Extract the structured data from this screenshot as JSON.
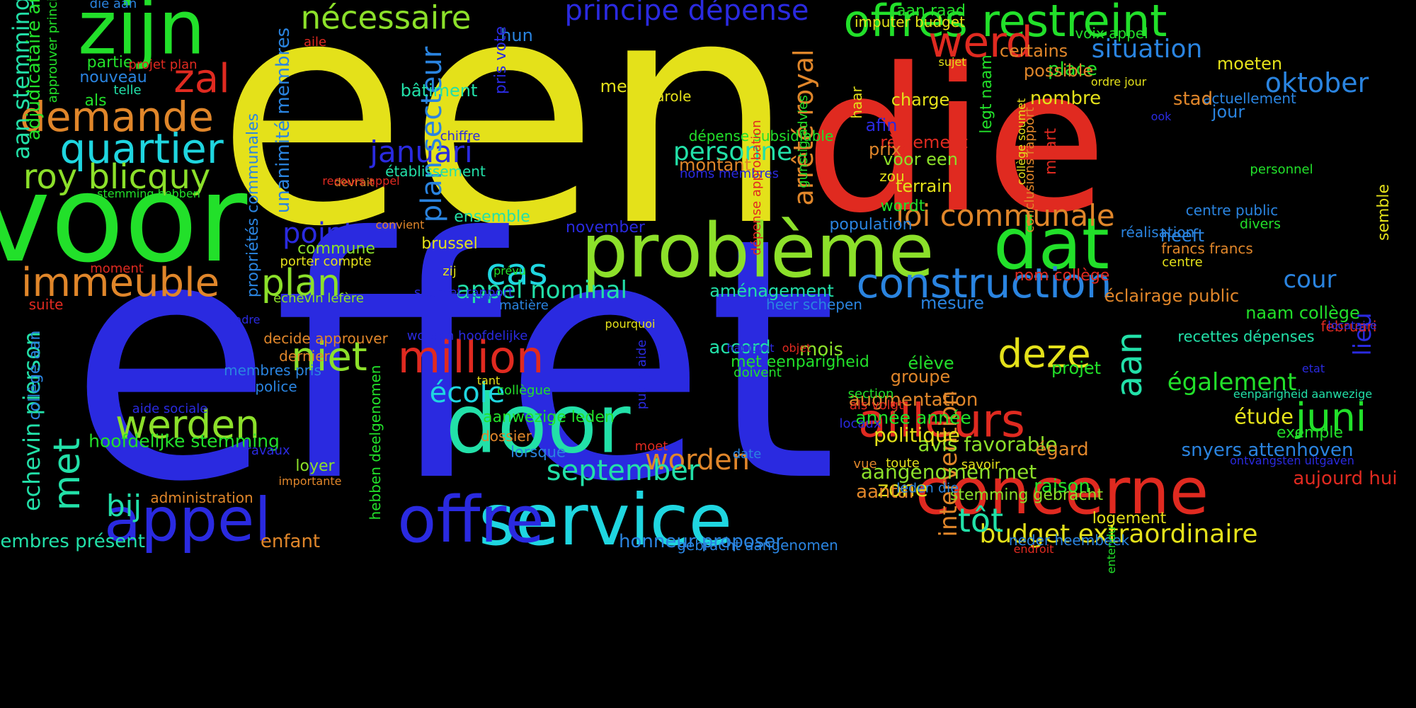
{
  "colors": {
    "background": "#000000",
    "blue": "#2a2ae0",
    "yellow": "#e4e11a",
    "red": "#e02a20",
    "green": "#22e02a",
    "lime": "#8ce02a",
    "cyan": "#1fd6e0",
    "orange": "#e0862a",
    "aqua": "#22e0a8",
    "sky": "#2a84e0"
  },
  "words": [
    {
      "text": "een",
      "color": "yellow"
    },
    {
      "text": "effet",
      "color": "blue"
    },
    {
      "text": "die",
      "color": "red"
    },
    {
      "text": "voor",
      "color": "green"
    },
    {
      "text": "zijn",
      "color": "green"
    },
    {
      "text": "problème",
      "color": "lime"
    },
    {
      "text": "dat",
      "color": "green"
    },
    {
      "text": "door",
      "color": "aqua"
    },
    {
      "text": "service",
      "color": "cyan"
    },
    {
      "text": "appel",
      "color": "blue"
    },
    {
      "text": "offre",
      "color": "blue"
    },
    {
      "text": "concerne",
      "color": "red"
    },
    {
      "text": "offres restreint",
      "color": "green"
    },
    {
      "text": "ailleurs",
      "color": "red"
    },
    {
      "text": "construction",
      "color": "sky"
    },
    {
      "text": "million",
      "color": "red"
    },
    {
      "text": "demande",
      "color": "orange"
    },
    {
      "text": "quartier",
      "color": "cyan"
    },
    {
      "text": "immeuble",
      "color": "orange"
    },
    {
      "text": "werd",
      "color": "red"
    },
    {
      "text": "roy blicquy",
      "color": "lime"
    },
    {
      "text": "nécessaire",
      "color": "lime"
    },
    {
      "text": "principe dépense",
      "color": "blue"
    },
    {
      "text": "zal",
      "color": "red"
    },
    {
      "text": "niet",
      "color": "lime"
    },
    {
      "text": "werden",
      "color": "lime"
    },
    {
      "text": "deze",
      "color": "yellow"
    },
    {
      "text": "juni",
      "color": "green"
    },
    {
      "text": "loi communale",
      "color": "orange"
    },
    {
      "text": "cas",
      "color": "cyan"
    },
    {
      "text": "plan",
      "color": "lime"
    },
    {
      "text": "point",
      "color": "blue"
    },
    {
      "text": "januari",
      "color": "blue"
    },
    {
      "text": "personne",
      "color": "aqua"
    },
    {
      "text": "situation",
      "color": "sky"
    },
    {
      "text": "oktober",
      "color": "sky"
    },
    {
      "text": "worden",
      "color": "orange"
    },
    {
      "text": "september",
      "color": "aqua"
    },
    {
      "text": "école",
      "color": "cyan"
    },
    {
      "text": "appel nominal",
      "color": "aqua"
    },
    {
      "text": "budget extraordinaire",
      "color": "yellow"
    },
    {
      "text": "tôt",
      "color": "aqua"
    },
    {
      "text": "cour",
      "color": "sky"
    },
    {
      "text": "également",
      "color": "green"
    },
    {
      "text": "aan",
      "color": "aqua"
    },
    {
      "text": "plan secteur",
      "color": "sky"
    },
    {
      "text": "arrêté royal",
      "color": "orange"
    },
    {
      "text": "intervention",
      "color": "orange"
    },
    {
      "text": "echevin pierson",
      "color": "aqua"
    },
    {
      "text": "met",
      "color": "aqua"
    },
    {
      "text": "bij",
      "color": "aqua"
    },
    {
      "text": "lieu",
      "color": "blue"
    },
    {
      "text": "aan stemming",
      "color": "aqua"
    },
    {
      "text": "unanimité membres",
      "color": "sky"
    },
    {
      "text": "hoofdelijke stemming",
      "color": "green"
    },
    {
      "text": "avis favorable",
      "color": "lime"
    },
    {
      "text": "aangenomen met",
      "color": "lime"
    },
    {
      "text": "zone",
      "color": "yellow"
    },
    {
      "text": "aantal",
      "color": "orange"
    },
    {
      "text": "honneur proposer",
      "color": "sky"
    },
    {
      "text": "membres présent",
      "color": "aqua"
    },
    {
      "text": "enfant",
      "color": "orange"
    },
    {
      "text": "administration",
      "color": "orange"
    },
    {
      "text": "aanwezige leden",
      "color": "green"
    },
    {
      "text": "dossier",
      "color": "orange"
    },
    {
      "text": "lorsque",
      "color": "sky"
    },
    {
      "text": "politique",
      "color": "yellow"
    },
    {
      "text": "augmentation",
      "color": "orange"
    },
    {
      "text": "année année",
      "color": "green"
    },
    {
      "text": "groupe",
      "color": "orange"
    },
    {
      "text": "accord",
      "color": "aqua"
    },
    {
      "text": "mois",
      "color": "lime"
    },
    {
      "text": "met eenparigheid",
      "color": "green"
    },
    {
      "text": "élève",
      "color": "green"
    },
    {
      "text": "projet",
      "color": "green"
    },
    {
      "text": "égard",
      "color": "orange"
    },
    {
      "text": "raison",
      "color": "green"
    },
    {
      "text": "logement",
      "color": "yellow"
    },
    {
      "text": "stemming gebracht",
      "color": "lime"
    },
    {
      "text": "gebracht aangenomen",
      "color": "sky"
    },
    {
      "text": "neder heembeek",
      "color": "sky"
    },
    {
      "text": "leden die",
      "color": "sky"
    },
    {
      "text": "aménagement",
      "color": "aqua"
    },
    {
      "text": "heer schepen",
      "color": "sky"
    },
    {
      "text": "mesure",
      "color": "sky"
    },
    {
      "text": "éclairage public",
      "color": "orange"
    },
    {
      "text": "naam collège",
      "color": "green"
    },
    {
      "text": "recettes dépenses",
      "color": "aqua"
    },
    {
      "text": "étude",
      "color": "yellow"
    },
    {
      "text": "exemple",
      "color": "green"
    },
    {
      "text": "snyers attenhoven",
      "color": "sky"
    },
    {
      "text": "aujourd hui",
      "color": "red"
    },
    {
      "text": "nom collège",
      "color": "red"
    },
    {
      "text": "heeft",
      "color": "sky"
    },
    {
      "text": "centre",
      "color": "yellow"
    },
    {
      "text": "divers",
      "color": "green"
    },
    {
      "text": "centre public",
      "color": "sky"
    },
    {
      "text": "personnel",
      "color": "green"
    },
    {
      "text": "actuellement",
      "color": "sky"
    },
    {
      "text": "jour",
      "color": "sky"
    },
    {
      "text": "stad",
      "color": "orange"
    },
    {
      "text": "moeten",
      "color": "yellow"
    },
    {
      "text": "place",
      "color": "green"
    },
    {
      "text": "nombre",
      "color": "yellow"
    },
    {
      "text": "possible",
      "color": "orange"
    },
    {
      "text": "certains",
      "color": "orange"
    },
    {
      "text": "voix appel",
      "color": "green"
    },
    {
      "text": "aan raad",
      "color": "green"
    },
    {
      "text": "imputer budget",
      "color": "yellow"
    },
    {
      "text": "charge",
      "color": "yellow"
    },
    {
      "text": "afin",
      "color": "blue"
    },
    {
      "text": "règlement",
      "color": "red"
    },
    {
      "text": "voor een",
      "color": "lime"
    },
    {
      "text": "terrain",
      "color": "yellow"
    },
    {
      "text": "wordt",
      "color": "green"
    },
    {
      "text": "population",
      "color": "sky"
    },
    {
      "text": "bâtiment",
      "color": "aqua"
    },
    {
      "text": "mei",
      "color": "yellow"
    },
    {
      "text": "parole",
      "color": "yellow"
    },
    {
      "text": "dépense subsidiable",
      "color": "green"
    },
    {
      "text": "montant",
      "color": "orange"
    },
    {
      "text": "noms membres",
      "color": "blue"
    },
    {
      "text": "établissement",
      "color": "aqua"
    },
    {
      "text": "ensemble",
      "color": "aqua"
    },
    {
      "text": "november",
      "color": "blue"
    },
    {
      "text": "brussel",
      "color": "yellow"
    },
    {
      "text": "commune",
      "color": "lime"
    },
    {
      "text": "porter compte",
      "color": "yellow"
    },
    {
      "text": "echevin lefère",
      "color": "lime"
    },
    {
      "text": "decide approuver",
      "color": "orange"
    },
    {
      "text": "dernier",
      "color": "orange"
    },
    {
      "text": "membres pris",
      "color": "sky"
    },
    {
      "text": "police",
      "color": "sky"
    },
    {
      "text": "aide sociale",
      "color": "blue"
    },
    {
      "text": "travaux",
      "color": "blue"
    },
    {
      "text": "loyer",
      "color": "lime"
    },
    {
      "text": "importante",
      "color": "orange"
    },
    {
      "text": "partie",
      "color": "green"
    },
    {
      "text": "nouveau",
      "color": "sky"
    },
    {
      "text": "telle",
      "color": "aqua"
    },
    {
      "text": "als",
      "color": "green"
    },
    {
      "text": "hun",
      "color": "sky"
    },
    {
      "text": "moment",
      "color": "red"
    },
    {
      "text": "suite",
      "color": "red"
    },
    {
      "text": "cadre",
      "color": "blue"
    },
    {
      "text": "matière",
      "color": "sky"
    },
    {
      "text": "pourquoi",
      "color": "yellow"
    },
    {
      "text": "worden hoofdelijke",
      "color": "blue"
    },
    {
      "text": "tant",
      "color": "yellow"
    },
    {
      "text": "collègue",
      "color": "green"
    },
    {
      "text": "zij",
      "color": "yellow"
    },
    {
      "text": "prévu",
      "color": "green"
    },
    {
      "text": "soumet rapport",
      "color": "blue"
    },
    {
      "text": "convient",
      "color": "orange"
    },
    {
      "text": "devrait",
      "color": "orange"
    },
    {
      "text": "recours appel",
      "color": "red"
    },
    {
      "text": "chiffre",
      "color": "blue"
    },
    {
      "text": "stemming hebben",
      "color": "green"
    },
    {
      "text": "aile",
      "color": "red"
    },
    {
      "text": "projet plan",
      "color": "red"
    },
    {
      "text": "die aan",
      "color": "sky"
    },
    {
      "text": "sujet",
      "color": "yellow"
    },
    {
      "text": "ordre jour",
      "color": "yellow"
    },
    {
      "text": "ook",
      "color": "blue"
    },
    {
      "text": "haar",
      "color": "yellow"
    },
    {
      "text": "prix",
      "color": "orange"
    },
    {
      "text": "zou",
      "color": "yellow"
    },
    {
      "text": "réalisation",
      "color": "sky"
    },
    {
      "text": "francs francs",
      "color": "orange"
    },
    {
      "text": "februari",
      "color": "red"
    },
    {
      "text": "etat",
      "color": "blue"
    },
    {
      "text": "eenparigheid aanwezige",
      "color": "aqua"
    },
    {
      "text": "ontvangsten uitgaven",
      "color": "blue"
    },
    {
      "text": "locataire",
      "color": "blue"
    },
    {
      "text": "objet",
      "color": "red"
    },
    {
      "text": "habitant",
      "color": "blue"
    },
    {
      "text": "doivent",
      "color": "green"
    },
    {
      "text": "section",
      "color": "green"
    },
    {
      "text": "als volgt",
      "color": "red"
    },
    {
      "text": "locaux",
      "color": "blue"
    },
    {
      "text": "toute",
      "color": "yellow"
    },
    {
      "text": "vue",
      "color": "orange"
    },
    {
      "text": "savoir",
      "color": "yellow"
    },
    {
      "text": "date",
      "color": "sky"
    },
    {
      "text": "moet",
      "color": "red"
    },
    {
      "text": "endroit",
      "color": "red"
    },
    {
      "text": "entendu",
      "color": "green"
    },
    {
      "text": "adjudicataire annuel",
      "color": "green"
    },
    {
      "text": "approuver principe",
      "color": "green"
    },
    {
      "text": "collège aan",
      "color": "sky"
    },
    {
      "text": "propriétés communales",
      "color": "sky"
    },
    {
      "text": "pris vote",
      "color": "blue"
    },
    {
      "text": "dépense approbation",
      "color": "red"
    },
    {
      "text": "gunstig advies",
      "color": "green"
    },
    {
      "text": "hebben deelgenomen",
      "color": "green"
    },
    {
      "text": "public aide",
      "color": "blue"
    },
    {
      "text": "collège soumet",
      "color": "yellow"
    },
    {
      "text": "legt naam",
      "color": "green"
    },
    {
      "text": "maart",
      "color": "red"
    },
    {
      "text": "conclusions rapport",
      "color": "orange"
    },
    {
      "text": "semble",
      "color": "yellow"
    }
  ]
}
